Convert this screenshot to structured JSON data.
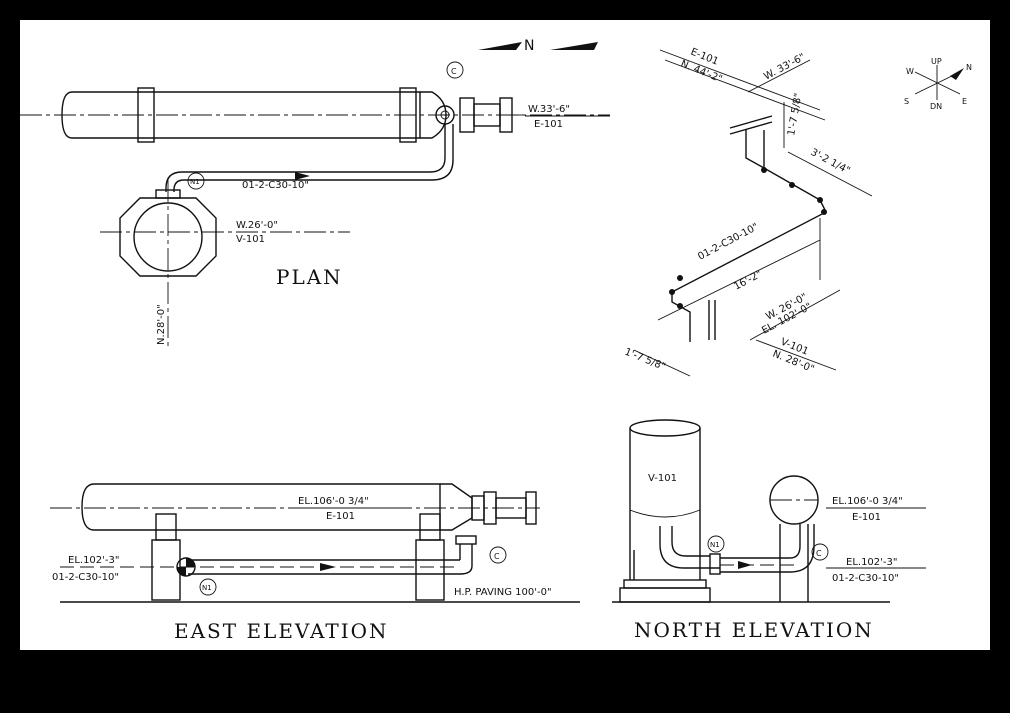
{
  "titles": {
    "plan": "PLAN",
    "east": "EAST ELEVATION",
    "north": "NORTH ELEVATION"
  },
  "plan": {
    "north_arrow": "N",
    "tag_c": "C",
    "tag_n1": "N1",
    "exch_coord": "W.33'-6\"",
    "exch_tag": "E-101",
    "line_no": "01-2-C30-10\"",
    "vessel_coord": "W.26'-0\"",
    "vessel_tag": "V-101",
    "vessel_north": "N.28'-0\""
  },
  "iso": {
    "exch_tag": "E-101",
    "exch_n": "N. 44'-2\"",
    "exch_w": "W. 33'-6\"",
    "dim_1": "1'-7 5/8\"",
    "dim_2": "3'-2 1/4\"",
    "line_no": "01-2-C30-10\"",
    "dim_3": "16'-2\"",
    "w_coord": "W. 26'-0\"",
    "el_coord": "EL. 102'-0\"",
    "vessel_tag": "V-101",
    "vessel_n": "N. 28'-0\"",
    "dim_4": "1'-7 5/8\"",
    "compass": {
      "up": "UP",
      "dn": "DN",
      "n": "N",
      "s": "S",
      "e": "E",
      "w": "W"
    }
  },
  "east": {
    "exch_el": "EL.106'-0 3/4\"",
    "exch_tag": "E-101",
    "pipe_el": "EL.102'-3\"",
    "line_no": "01-2-C30-10\"",
    "tag_n1": "N1",
    "tag_c": "C",
    "paving": "H.P. PAVING 100'-0\""
  },
  "north": {
    "vessel_tag": "V-101",
    "tag_n1": "N1",
    "tag_c": "C",
    "exch_el": "EL.106'-0 3/4\"",
    "exch_tag": "E-101",
    "pipe_el": "EL.102'-3\"",
    "line_no": "01-2-C30-10\""
  }
}
